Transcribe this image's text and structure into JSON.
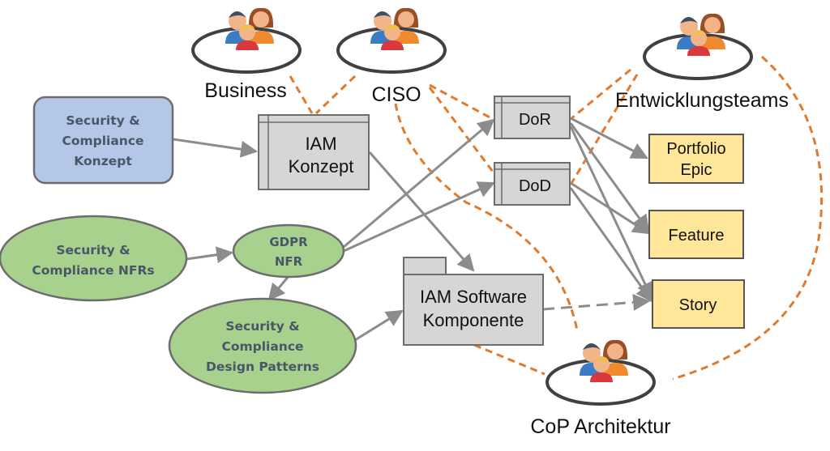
{
  "actors": {
    "business": "Business",
    "ciso": "CISO",
    "entwicklungsteams": "Entwicklungsteams",
    "cop_architektur": "CoP Architektur"
  },
  "nodes": {
    "sc_konzept": [
      "Security &",
      "Compliance",
      "Konzept"
    ],
    "iam_konzept": [
      "IAM",
      "Konzept"
    ],
    "dor": "DoR",
    "dod": "DoD",
    "sc_nfrs": [
      "Security &",
      "Compliance NFRs"
    ],
    "gdpr": [
      "GDPR",
      "NFR"
    ],
    "sc_patterns": [
      "Security &",
      "Compliance",
      "Design Patterns"
    ],
    "iam_software": [
      "IAM Software",
      "Komponente"
    ],
    "portfolio": [
      "Portfolio",
      "Epic"
    ],
    "feature": "Feature",
    "story": "Story"
  },
  "colors": {
    "blue_box": "#b4c7e7",
    "green_ellipse": "#a9d18e",
    "grey_box": "#d6d6d6",
    "yellow_box": "#ffe699",
    "arrow": "#8c8c8c",
    "dashed_orange": "#e07a2e",
    "ring": "#404040",
    "text_dark": "#4a5668"
  },
  "icons": [
    "people-group-icon"
  ]
}
